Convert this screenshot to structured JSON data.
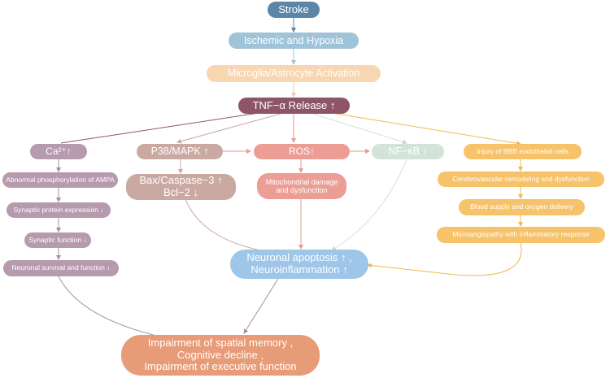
{
  "colors": {
    "stroke": "#5b86a8",
    "ischemic": "#9fc3d8",
    "activation": "#f8d6b1",
    "tnf": "#8e5568",
    "ca": "#b69aad",
    "p38": "#c9a9a1",
    "ros": "#ec9e95",
    "nfkb": "#d3e3d9",
    "bbb": "#f6c26a",
    "apoptosis": "#9dc6e8",
    "impairment": "#e79b77"
  },
  "nodes": {
    "stroke": "Stroke",
    "ischemic": "Ischemic and Hypoxia",
    "activation": "Microglia/Astrocyte Activation",
    "tnf": "TNF−α Release ↑",
    "ca": "Ca²⁺↑",
    "ampa": "Abnormal phosphorylation of AMPA",
    "synaptic_protein": "Synaptic protein expression ↓",
    "synaptic_function": "Synaptic function ↓",
    "neuronal_survival": "Neuronal survival and function ↓",
    "p38": "P38/MAPK ↑",
    "bax_line1": "Bax/Caspase−3 ↑",
    "bax_line2": "Bcl−2 ↓",
    "ros": "ROS↑",
    "mito_line1": "Mitochondrial damage",
    "mito_line2": "and dysfunction",
    "nfkb": "NF−κB ↑",
    "bbb": "Injury of BBB endothelial cells",
    "cerebro": "Cerebrovascular remodeling and dysfunction",
    "blood": "Blood supply and oxygen delivery",
    "micro": "Microangiopathy with inflammatory response",
    "apoptosis_line1": "Neuronal apoptosis ↑ ,",
    "apoptosis_line2": "Neuroinflammation ↑",
    "impair_line1": "Impairment of spatial memory ,",
    "impair_line2": "Cognitive decline ,",
    "impair_line3": "Impairment of executive function"
  }
}
